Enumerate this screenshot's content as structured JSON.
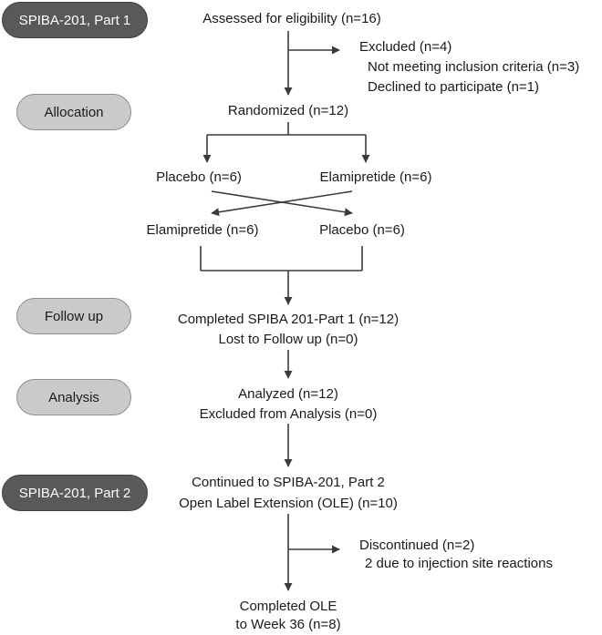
{
  "phases": {
    "part1": "SPIBA-201, Part 1",
    "allocation": "Allocation",
    "followup": "Follow up",
    "analysis": "Analysis",
    "part2": "SPIBA-201, Part 2"
  },
  "boxes": {
    "assessed": "Assessed for eligibility (n=16)",
    "excluded": "Excluded (n=4)",
    "excluded_reason_1": "Not meeting inclusion criteria (n=3)",
    "excluded_reason_2": "Declined to participate (n=1)",
    "randomized": "Randomized (n=12)",
    "placebo_first": "Placebo (n=6)",
    "elamipretide_first": "Elamipretide (n=6)",
    "elamipretide_second": "Elamipretide (n=6)",
    "placebo_second": "Placebo (n=6)",
    "completed_part1": "Completed SPIBA 201-Part 1 (n=12)",
    "lost_followup": "Lost to Follow up (n=0)",
    "analyzed": "Analyzed (n=12)",
    "excluded_analysis": "Excluded from Analysis (n=0)",
    "continued_part2": "Continued to SPIBA-201, Part 2",
    "ole": "Open Label Extension (OLE) (n=10)",
    "discontinued": "Discontinued (n=2)",
    "discontinued_reason": "2 due to injection site reactions",
    "completed_ole": "Completed OLE",
    "week36": "to Week 36 (n=8)"
  },
  "colors": {
    "dark_pill": "#58595b",
    "light_pill": "#c9cacc",
    "line": "#3a3a3a"
  }
}
